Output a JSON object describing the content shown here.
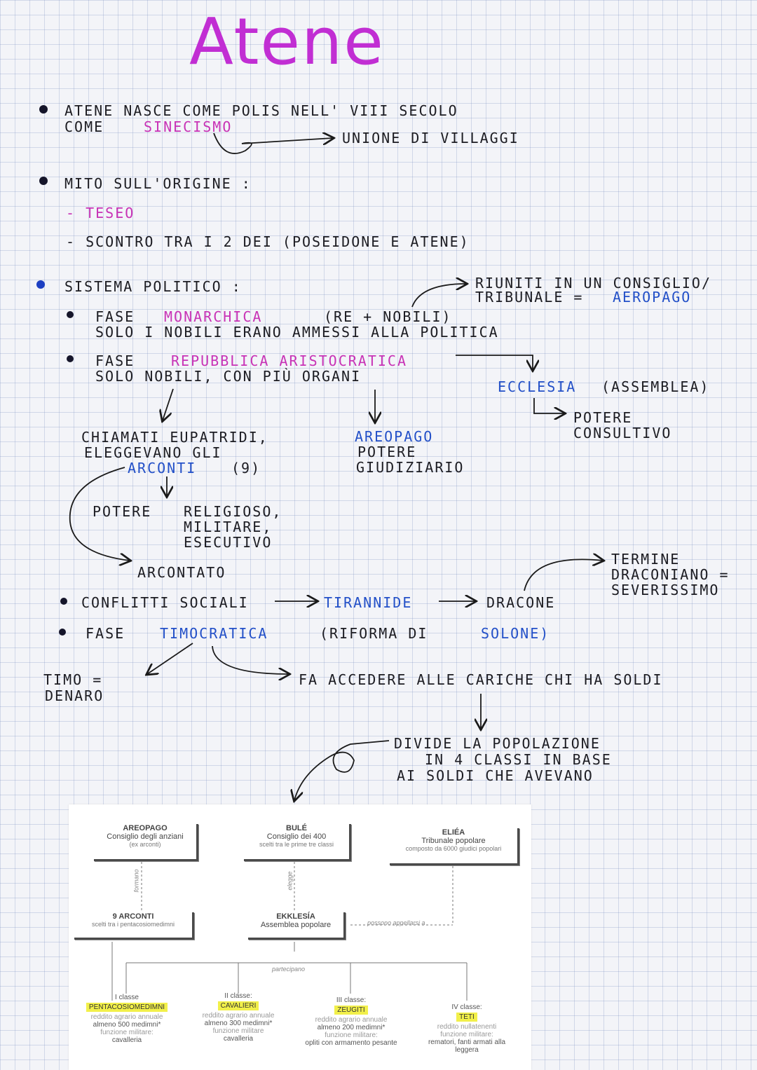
{
  "title": "Atene",
  "section1": {
    "line1": "ATENE NASCE COME POLIS NELL' VIII SECOLO",
    "line2a": "COME",
    "line2b": "SINECISMO",
    "arrow_target": "UNIONE DI VILLAGGI"
  },
  "section2": {
    "heading": "MITO SULL'ORIGINE :",
    "item1": "- TESEO",
    "item2": "- SCONTRO TRA I 2 DEI (POSEIDONE E ATENE)"
  },
  "section3": {
    "heading": "SISTEMA POLITICO :",
    "phase1_a": "FASE",
    "phase1_b": "MONARCHICA",
    "phase1_c": "(RE + NOBILI)",
    "phase1_line2": "SOLO I NOBILI ERANO AMMESSI ALLA POLITICA",
    "council_line1": "RIUNITI IN UN CONSIGLIO/",
    "council_line2a": "TRIBUNALE =",
    "council_line2b": "AEROPAGO",
    "phase2_a": "FASE",
    "phase2_b": "REPUBBLICA ARISTOCRATICA",
    "phase2_line2": "SOLO NOBILI, CON PIÙ ORGANI",
    "ecclesia_a": "ECCLESIA",
    "ecclesia_b": "(ASSEMBLEA)",
    "ecclesia_power1": "POTERE",
    "ecclesia_power2": "CONSULTIVO",
    "eupatridi1": "CHIAMATI EUPATRIDI,",
    "eupatridi2": "ELEGGEVANO GLI",
    "eupatridi3a": "ARCONTI",
    "eupatridi3b": "(9)",
    "areopago1": "AREOPAGO",
    "areopago2": "POTERE",
    "areopago3": "GIUDIZIARIO",
    "potere1": "POTERE",
    "potere2": "RELIGIOSO,",
    "potere3": "MILITARE,",
    "potere4": "ESECUTIVO",
    "arcontato": "ARCONTATO"
  },
  "conflicts": {
    "label": "CONFLITTI SOCIALI",
    "tirannide": "TIRANNIDE",
    "dracone": "DRACONE",
    "term1": "TERMINE",
    "term2": "DRACONIANO =",
    "term3": "SEVERISSIMO"
  },
  "timocratic": {
    "label_a": "FASE",
    "label_b": "TIMOCRATICA",
    "label_c": "(RIFORMA DI",
    "label_d": "SOLONE)",
    "timo1": "TIMO =",
    "timo2": "DENARO",
    "access": "FA ACCEDERE ALLE CARICHE CHI HA SOLDI",
    "divide1": "DIVIDE LA POPOLAZIONE",
    "divide2": "IN 4 CLASSI IN BASE",
    "divide3": "AI SOLDI CHE AVEVANO"
  },
  "diagram": {
    "areopago": {
      "title": "AREOPAGO",
      "sub": "Consiglio degli anziani",
      "note": "(ex arconti)"
    },
    "bule": {
      "title": "BULÉ",
      "sub": "Consiglio dei 400",
      "note": "scelti tra le prime tre classi"
    },
    "eliea": {
      "title": "ELIÉA",
      "sub": "Tribunale popolare",
      "note": "composto da 6000 giudici popolari"
    },
    "arconti": {
      "title": "9 ARCONTI",
      "note": "scelti tra i pentacosiomedimni"
    },
    "ekklesia": {
      "title": "EKKLESÍA",
      "sub": "Assemblea popolare"
    },
    "labels": {
      "formano": "formano",
      "elegge": "elegge",
      "appellarsi": "possono appellarsi a",
      "partecipano": "partecipano"
    },
    "classes": [
      {
        "num": "I classe",
        "name": "PENTACOSIOMEDIMNI",
        "l1": "reddito agrario annuale",
        "l2": "almeno 500 medimni*",
        "l3": "funzione militare:",
        "l4": "cavalleria"
      },
      {
        "num": "II classe:",
        "name": "CAVALIERI",
        "l1": "reddito agrario annuale",
        "l2": "almeno 300 medimni*",
        "l3": "funzione militare",
        "l4": "cavalleria"
      },
      {
        "num": "III classe:",
        "name": "ZEUGITI",
        "l1": "reddito agrario annuale",
        "l2": "almeno 200 medimni*",
        "l3": "funzione militare:",
        "l4": "opliti con armamento pesante"
      },
      {
        "num": "IV classe:",
        "name": "TETI",
        "l1": "reddito nullatenenti",
        "l2": "",
        "l3": "funzione militare:",
        "l4": "rematori, fanti armati alla leggera"
      }
    ]
  }
}
